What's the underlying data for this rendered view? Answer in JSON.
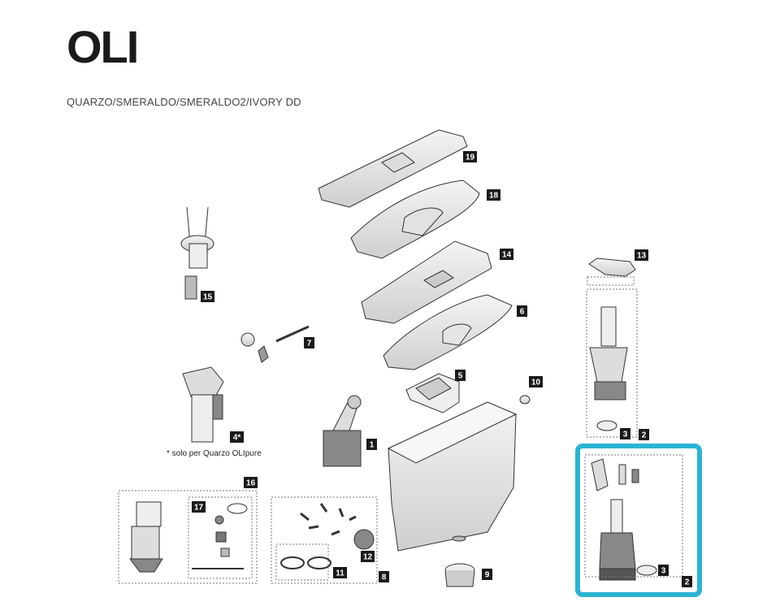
{
  "header": {
    "brand": "OLI",
    "model_line": "QUARZO/SMERALDO/SMERALDO2/IVORY DD"
  },
  "note": "* solo per Quarzo OLIpure",
  "highlight_color": "#2bb3d3",
  "parts": [
    {
      "id": "19",
      "label": "19"
    },
    {
      "id": "18",
      "label": "18"
    },
    {
      "id": "14",
      "label": "14"
    },
    {
      "id": "6",
      "label": "6"
    },
    {
      "id": "5",
      "label": "5"
    },
    {
      "id": "10",
      "label": "10"
    },
    {
      "id": "13",
      "label": "13"
    },
    {
      "id": "15",
      "label": "15"
    },
    {
      "id": "7",
      "label": "7"
    },
    {
      "id": "4",
      "label": "4*"
    },
    {
      "id": "1",
      "label": "1"
    },
    {
      "id": "3a",
      "label": "3"
    },
    {
      "id": "2a",
      "label": "2"
    },
    {
      "id": "16",
      "label": "16"
    },
    {
      "id": "17",
      "label": "17"
    },
    {
      "id": "12",
      "label": "12"
    },
    {
      "id": "11",
      "label": "11"
    },
    {
      "id": "8",
      "label": "8"
    },
    {
      "id": "9",
      "label": "9"
    },
    {
      "id": "3b",
      "label": "3"
    },
    {
      "id": "2b",
      "label": "2"
    }
  ]
}
